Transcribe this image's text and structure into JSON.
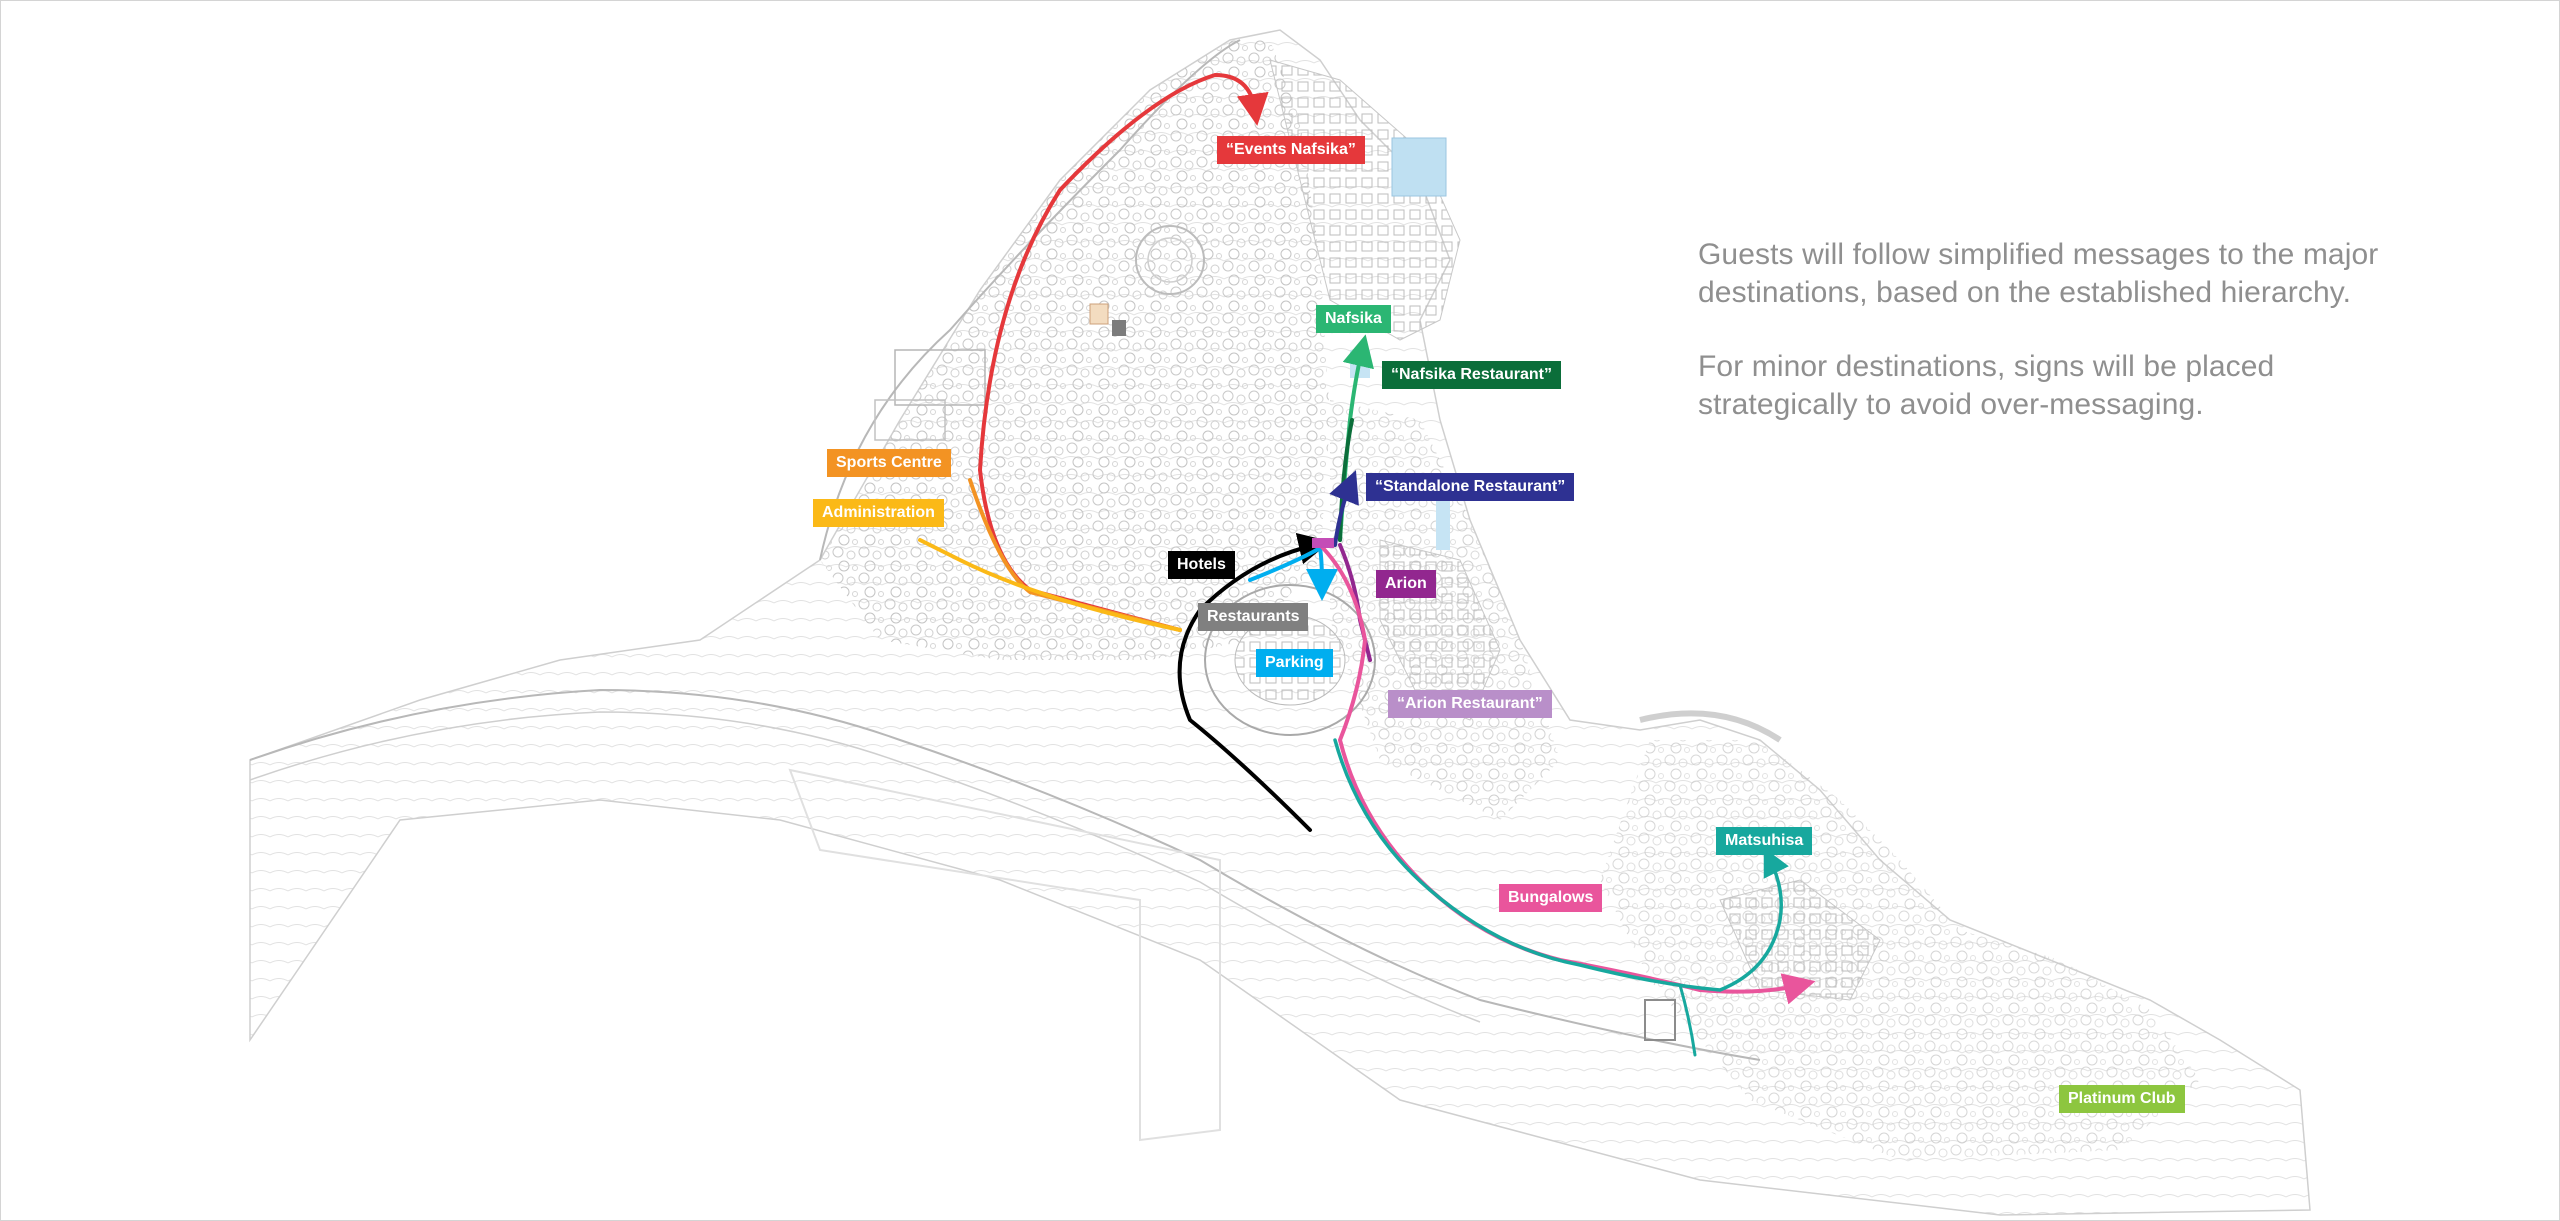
{
  "caption": {
    "paragraph_1": "Guests will follow simplified messages to the major destinations, based on the established hierarchy.",
    "paragraph_2": "For minor destinations, signs will be placed strategically to avoid over-messaging."
  },
  "destinations": [
    {
      "key": "events",
      "label": "“Events Nafsika”",
      "color": "#e5383b"
    },
    {
      "key": "nafsika",
      "label": "Nafsika",
      "color": "#2bb673"
    },
    {
      "key": "nafsika_restaurant",
      "label": "“Nafsika Restaurant”",
      "color": "#0b6e3a"
    },
    {
      "key": "sports",
      "label": "Sports Centre",
      "color": "#f39323"
    },
    {
      "key": "administration",
      "label": "Administration",
      "color": "#fbb917"
    },
    {
      "key": "standalone",
      "label": "“Standalone Restaurant”",
      "color": "#2e3192"
    },
    {
      "key": "hotels",
      "label": "Hotels",
      "color": "#000000"
    },
    {
      "key": "arion",
      "label": "Arion",
      "color": "#92278f"
    },
    {
      "key": "restaurants",
      "label": "Restaurants",
      "color": "#808080"
    },
    {
      "key": "parking",
      "label": "Parking",
      "color": "#00aeef"
    },
    {
      "key": "arion_restaurant",
      "label": "“Arion Restaurant”",
      "color": "#b98fc9"
    },
    {
      "key": "matsuhisa",
      "label": "Matsuhisa",
      "color": "#17a89e"
    },
    {
      "key": "bungalows",
      "label": "Bungalows",
      "color": "#e9559c"
    },
    {
      "key": "platinum",
      "label": "Platinum Club",
      "color": "#8dc63f"
    }
  ]
}
